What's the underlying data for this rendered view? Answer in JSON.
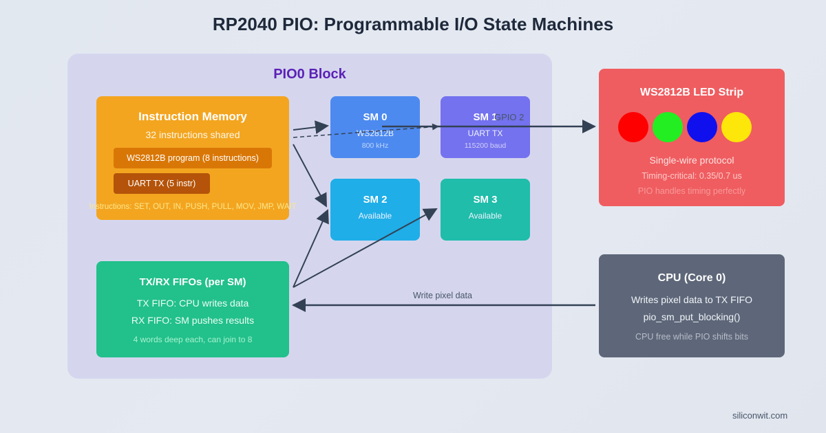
{
  "title": "RP2040 PIO: Programmable I/O State Machines",
  "pio_block": {
    "title": "PIO0 Block"
  },
  "instruction_memory": {
    "title": "Instruction Memory",
    "subtitle": "32 instructions shared",
    "programs": [
      "WS2812B program (8 instructions)",
      "UART TX (5 instr)"
    ],
    "instructions": "Instructions: SET, OUT, IN, PUSH, PULL, MOV, JMP, WAIT"
  },
  "state_machines": [
    {
      "name": "SM 0",
      "line1": "WS2812B",
      "line2": "800 kHz",
      "color": "#4d8af0"
    },
    {
      "name": "SM 1",
      "line1": "UART TX",
      "line2": "115200 baud",
      "color": "#7472ee"
    },
    {
      "name": "SM 2",
      "line1": "Available",
      "line2": "",
      "color": "#1faee8"
    },
    {
      "name": "SM 3",
      "line1": "Available",
      "line2": "",
      "color": "#1fbdaa"
    }
  ],
  "fifos": {
    "title": "TX/RX FIFOs (per SM)",
    "line1": "TX FIFO: CPU writes data",
    "line2": "RX FIFO: SM pushes results",
    "line3": "4 words deep each, can join to 8"
  },
  "led_strip": {
    "title": "WS2812B LED Strip",
    "leds": [
      "#ff0000",
      "#22ee22",
      "#1010ee",
      "#fde60a"
    ],
    "line1": "Single-wire protocol",
    "line2": "Timing-critical: 0.35/0.7 us",
    "line3": "PIO handles timing perfectly"
  },
  "cpu": {
    "title": "CPU (Core 0)",
    "line1": "Writes pixel data to TX FIFO",
    "line2": "pio_sm_put_blocking()",
    "line3": "CPU free while PIO shifts bits"
  },
  "labels": {
    "gpio": "GPIO 2",
    "write": "Write pixel data"
  },
  "footer": "siliconwit.com"
}
